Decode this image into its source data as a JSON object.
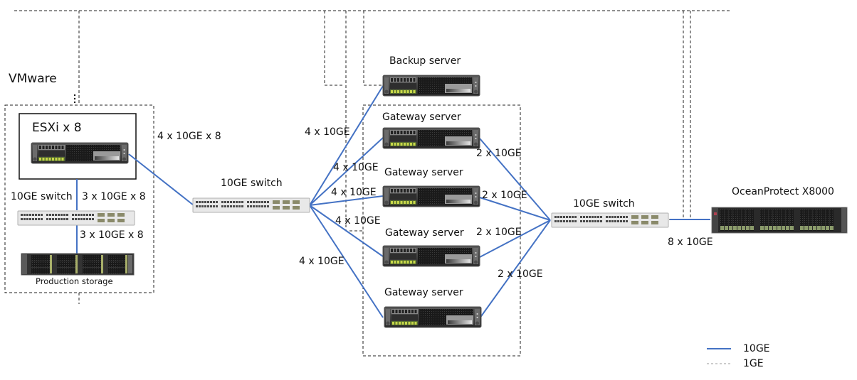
{
  "diagram": {
    "colors": {
      "link_10ge": "#4472c4",
      "link_1ge": "#222222",
      "legend_1ge": "#9a9a9a"
    },
    "groups": {
      "vmware": {
        "label": "VMware"
      },
      "esxi": {
        "label": "ESXi x 8"
      },
      "gateway_cluster": {
        "label": ""
      }
    },
    "nodes": {
      "esxi_server": {
        "type": "rack-server",
        "label": ""
      },
      "vm_switch": {
        "type": "switch",
        "label": "10GE switch"
      },
      "production_storage": {
        "type": "storage",
        "label": "Production storage"
      },
      "core_switch": {
        "type": "switch",
        "label": "10GE switch"
      },
      "backup_server": {
        "type": "rack-server",
        "label": "Backup server"
      },
      "gateway_1": {
        "type": "rack-server",
        "label": "Gateway server"
      },
      "gateway_2": {
        "type": "rack-server",
        "label": "Gateway server"
      },
      "gateway_3": {
        "type": "rack-server",
        "label": "Gateway server"
      },
      "gateway_4": {
        "type": "rack-server",
        "label": "Gateway server"
      },
      "storage_switch": {
        "type": "switch",
        "label": "10GE switch"
      },
      "oceanprotect": {
        "type": "backup-storage",
        "label": "OceanProtect X8000"
      }
    },
    "links": {
      "esxi_to_vmswitch": "3 x 10GE x 8",
      "vmswitch_to_prodstorage": "3 x 10GE x 8",
      "esxi_to_core": "4 x 10GE x 8",
      "core_to_backup": "4 x 10GE",
      "core_to_gw1": "4 x 10GE",
      "core_to_gw2": "4 x 10GE",
      "core_to_gw3": "4 x 10GE",
      "core_to_gw4": "4 x 10GE",
      "gw1_to_storage_switch": "2 x 10GE",
      "gw2_to_storage_switch": "2 x 10GE",
      "gw3_to_storage_switch": "2 x 10GE",
      "gw4_to_storage_switch": "2 x 10GE",
      "storage_switch_to_oceanprotect": "8 x 10GE"
    },
    "legend": [
      {
        "style": "solid",
        "label": "10GE"
      },
      {
        "style": "dashed",
        "label": "1GE"
      }
    ]
  }
}
